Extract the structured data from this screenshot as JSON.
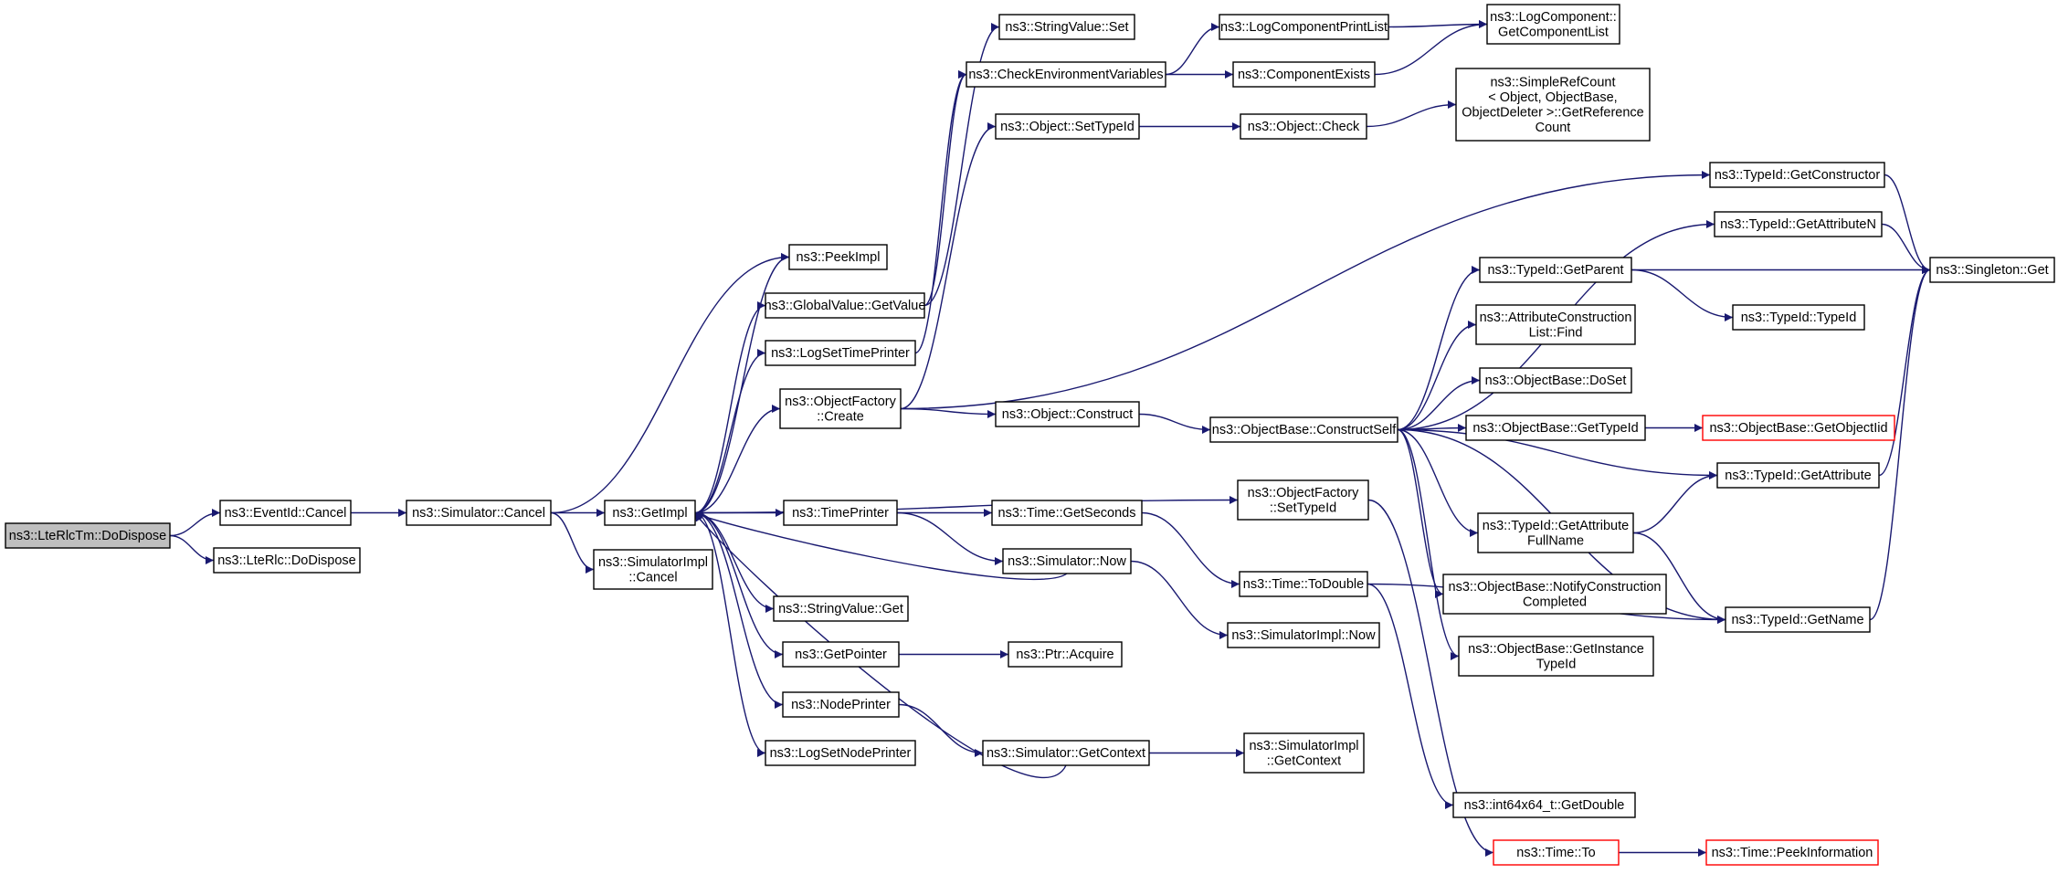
{
  "graph": {
    "nodes": [
      {
        "id": "root",
        "lines": [
          "ns3::LteRlcTm::DoDispose"
        ],
        "style": "root"
      },
      {
        "id": "ev_cancel",
        "lines": [
          "ns3::EventId::Cancel"
        ]
      },
      {
        "id": "lterlc_dispose",
        "lines": [
          "ns3::LteRlc::DoDispose"
        ]
      },
      {
        "id": "sim_cancel",
        "lines": [
          "ns3::Simulator::Cancel"
        ]
      },
      {
        "id": "getimpl",
        "lines": [
          "ns3::GetImpl"
        ]
      },
      {
        "id": "simimpl_cancel",
        "lines": [
          "ns3::SimulatorImpl",
          "::Cancel"
        ]
      },
      {
        "id": "peekimpl",
        "lines": [
          "ns3::PeekImpl"
        ]
      },
      {
        "id": "gv_getvalue",
        "lines": [
          "ns3::GlobalValue::GetValue"
        ]
      },
      {
        "id": "logsettime",
        "lines": [
          "ns3::LogSetTimePrinter"
        ]
      },
      {
        "id": "of_create",
        "lines": [
          "ns3::ObjectFactory",
          "::Create"
        ]
      },
      {
        "id": "timeprinter",
        "lines": [
          "ns3::TimePrinter"
        ]
      },
      {
        "id": "sv_get",
        "lines": [
          "ns3::StringValue::Get"
        ]
      },
      {
        "id": "getpointer",
        "lines": [
          "ns3::GetPointer"
        ]
      },
      {
        "id": "nodeprinter",
        "lines": [
          "ns3::NodePrinter"
        ]
      },
      {
        "id": "logsetnode",
        "lines": [
          "ns3::LogSetNodePrinter"
        ]
      },
      {
        "id": "sv_set",
        "lines": [
          "ns3::StringValue::Set"
        ]
      },
      {
        "id": "checkenv",
        "lines": [
          "ns3::CheckEnvironmentVariables"
        ]
      },
      {
        "id": "obj_settypeid",
        "lines": [
          "ns3::Object::SetTypeId"
        ]
      },
      {
        "id": "obj_construct",
        "lines": [
          "ns3::Object::Construct"
        ]
      },
      {
        "id": "time_getseconds",
        "lines": [
          "ns3::Time::GetSeconds"
        ]
      },
      {
        "id": "sim_now",
        "lines": [
          "ns3::Simulator::Now"
        ]
      },
      {
        "id": "ptr_acquire",
        "lines": [
          "ns3::Ptr::Acquire"
        ]
      },
      {
        "id": "sim_getcontext",
        "lines": [
          "ns3::Simulator::GetContext"
        ]
      },
      {
        "id": "logcompprintlist",
        "lines": [
          "ns3::LogComponentPrintList"
        ]
      },
      {
        "id": "compexists",
        "lines": [
          "ns3::ComponentExists"
        ]
      },
      {
        "id": "obj_check",
        "lines": [
          "ns3::Object::Check"
        ]
      },
      {
        "id": "ob_constructself",
        "lines": [
          "ns3::ObjectBase::ConstructSelf"
        ]
      },
      {
        "id": "of_settypeid",
        "lines": [
          "ns3::ObjectFactory",
          "::SetTypeId"
        ]
      },
      {
        "id": "time_todouble",
        "lines": [
          "ns3::Time::ToDouble"
        ]
      },
      {
        "id": "simimpl_now",
        "lines": [
          "ns3::SimulatorImpl::Now"
        ]
      },
      {
        "id": "simimpl_getcontext",
        "lines": [
          "ns3::SimulatorImpl",
          "::GetContext"
        ]
      },
      {
        "id": "logcomp_getlist",
        "lines": [
          "ns3::LogComponent::",
          "GetComponentList"
        ]
      },
      {
        "id": "simplerefcount",
        "lines": [
          "ns3::SimpleRefCount",
          "< Object, ObjectBase,",
          "ObjectDeleter >::GetReference",
          "Count"
        ]
      },
      {
        "id": "tid_getparent",
        "lines": [
          "ns3::TypeId::GetParent"
        ]
      },
      {
        "id": "acl_find",
        "lines": [
          "ns3::AttributeConstruction",
          "List::Find"
        ]
      },
      {
        "id": "ob_doset",
        "lines": [
          "ns3::ObjectBase::DoSet"
        ]
      },
      {
        "id": "ob_gettypeid",
        "lines": [
          "ns3::ObjectBase::GetTypeId"
        ]
      },
      {
        "id": "tid_getattrfullname",
        "lines": [
          "ns3::TypeId::GetAttribute",
          "FullName"
        ]
      },
      {
        "id": "ob_notifyconstruction",
        "lines": [
          "ns3::ObjectBase::NotifyConstruction",
          "Completed"
        ]
      },
      {
        "id": "ob_getinstancetypeid",
        "lines": [
          "ns3::ObjectBase::GetInstance",
          "TypeId"
        ]
      },
      {
        "id": "int64_getdouble",
        "lines": [
          "ns3::int64x64_t::GetDouble"
        ]
      },
      {
        "id": "time_to",
        "lines": [
          "ns3::Time::To"
        ],
        "style": "trunc"
      },
      {
        "id": "tid_getconstructor",
        "lines": [
          "ns3::TypeId::GetConstructor"
        ]
      },
      {
        "id": "tid_getattributen",
        "lines": [
          "ns3::TypeId::GetAttributeN"
        ]
      },
      {
        "id": "tid_typeid",
        "lines": [
          "ns3::TypeId::TypeId"
        ]
      },
      {
        "id": "ob_getobjectiid",
        "lines": [
          "ns3::ObjectBase::GetObjectIid"
        ],
        "style": "trunc"
      },
      {
        "id": "tid_getattribute",
        "lines": [
          "ns3::TypeId::GetAttribute"
        ]
      },
      {
        "id": "tid_getname",
        "lines": [
          "ns3::TypeId::GetName"
        ]
      },
      {
        "id": "time_peekinfo",
        "lines": [
          "ns3::Time::PeekInformation"
        ],
        "style": "trunc"
      },
      {
        "id": "singleton_get",
        "lines": [
          "ns3::Singleton::Get"
        ]
      }
    ],
    "edges": [
      [
        "root",
        "ev_cancel"
      ],
      [
        "root",
        "lterlc_dispose"
      ],
      [
        "ev_cancel",
        "sim_cancel"
      ],
      [
        "sim_cancel",
        "getimpl"
      ],
      [
        "sim_cancel",
        "simimpl_cancel"
      ],
      [
        "sim_cancel",
        "peekimpl"
      ],
      [
        "getimpl",
        "peekimpl"
      ],
      [
        "getimpl",
        "gv_getvalue"
      ],
      [
        "getimpl",
        "logsettime"
      ],
      [
        "getimpl",
        "of_create"
      ],
      [
        "getimpl",
        "timeprinter"
      ],
      [
        "getimpl",
        "sv_get"
      ],
      [
        "getimpl",
        "getpointer"
      ],
      [
        "getimpl",
        "nodeprinter"
      ],
      [
        "getimpl",
        "logsetnode"
      ],
      [
        "getimpl",
        "of_settypeid"
      ],
      [
        "gv_getvalue",
        "sv_set"
      ],
      [
        "gv_getvalue",
        "checkenv"
      ],
      [
        "logsettime",
        "checkenv"
      ],
      [
        "of_create",
        "obj_settypeid"
      ],
      [
        "of_create",
        "obj_construct"
      ],
      [
        "of_create",
        "tid_getconstructor"
      ],
      [
        "timeprinter",
        "time_getseconds"
      ],
      [
        "timeprinter",
        "sim_now"
      ],
      [
        "getpointer",
        "ptr_acquire"
      ],
      [
        "nodeprinter",
        "sim_getcontext"
      ],
      [
        "checkenv",
        "logcompprintlist"
      ],
      [
        "checkenv",
        "compexists"
      ],
      [
        "obj_settypeid",
        "obj_check"
      ],
      [
        "obj_construct",
        "ob_constructself"
      ],
      [
        "time_getseconds",
        "time_todouble"
      ],
      [
        "sim_now",
        "getimpl"
      ],
      [
        "sim_now",
        "simimpl_now"
      ],
      [
        "sim_getcontext",
        "getimpl"
      ],
      [
        "sim_getcontext",
        "simimpl_getcontext"
      ],
      [
        "logcompprintlist",
        "logcomp_getlist"
      ],
      [
        "compexists",
        "logcomp_getlist"
      ],
      [
        "obj_check",
        "simplerefcount"
      ],
      [
        "ob_constructself",
        "tid_getparent"
      ],
      [
        "ob_constructself",
        "acl_find"
      ],
      [
        "ob_constructself",
        "ob_doset"
      ],
      [
        "ob_constructself",
        "ob_gettypeid"
      ],
      [
        "ob_constructself",
        "tid_getattrfullname"
      ],
      [
        "ob_constructself",
        "ob_notifyconstruction"
      ],
      [
        "ob_constructself",
        "ob_getinstancetypeid"
      ],
      [
        "ob_constructself",
        "tid_getattribute"
      ],
      [
        "ob_constructself",
        "tid_getattributen"
      ],
      [
        "ob_constructself",
        "tid_getname"
      ],
      [
        "of_settypeid",
        "time_to"
      ],
      [
        "time_todouble",
        "int64_getdouble"
      ],
      [
        "time_todouble",
        "tid_getname"
      ],
      [
        "time_to",
        "time_peekinfo"
      ],
      [
        "tid_getparent",
        "singleton_get"
      ],
      [
        "tid_getparent",
        "tid_typeid"
      ],
      [
        "ob_gettypeid",
        "ob_getobjectiid"
      ],
      [
        "tid_getattrfullname",
        "tid_getattribute"
      ],
      [
        "tid_getattrfullname",
        "tid_getname"
      ],
      [
        "tid_getconstructor",
        "singleton_get"
      ],
      [
        "tid_getattributen",
        "singleton_get"
      ],
      [
        "tid_getattribute",
        "singleton_get"
      ],
      [
        "tid_getname",
        "singleton_get"
      ]
    ]
  },
  "colors": {
    "edge": "#191970",
    "node_border": "#000000",
    "root_fill": "#bfbfbf",
    "truncated_border": "#ff0000"
  }
}
